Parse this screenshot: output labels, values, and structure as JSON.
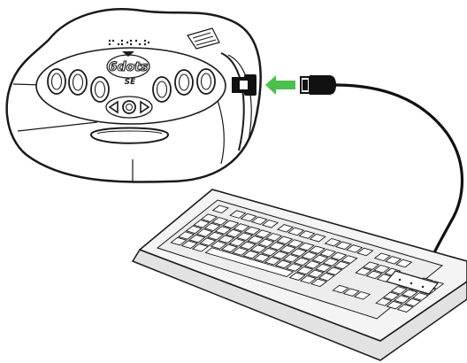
{
  "device": {
    "logo_text": "6dots",
    "logo_sub": "SE",
    "braille_dots_label": "braille-dot-pattern"
  },
  "arrow": {
    "color": "#4cc04c",
    "direction": "left"
  },
  "colors": {
    "outline": "#1a1a1a",
    "key_fill": "#ededed",
    "keyboard_body": "#f4f4f4",
    "plug": "#111111"
  },
  "icons": {
    "left_arrow_button": "triangle-left-icon",
    "center_button": "circle-button-icon",
    "right_arrow_button": "triangle-right-icon"
  }
}
